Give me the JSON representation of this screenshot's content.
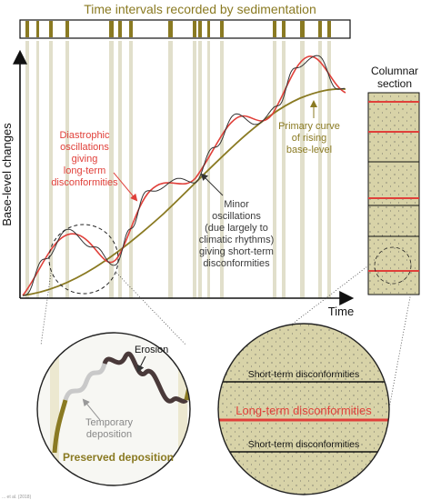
{
  "title": "Time intervals recorded by sedimentation",
  "axes": {
    "y_label": "Base-level changes",
    "x_label": "Time"
  },
  "column": {
    "title_line1": "Columnar",
    "title_line2": "section"
  },
  "annotations": {
    "diastrophic": [
      "Diastrophic",
      "oscillations",
      "giving",
      "long-term",
      "disconformities"
    ],
    "minor": [
      "Minor",
      "oscillations",
      "(due largely to",
      "climatic rhythms)",
      "giving short-term",
      "disconformities"
    ],
    "primary": [
      "Primary curve",
      "of rising",
      "base-level"
    ]
  },
  "zoom_left": {
    "erosion": "Erosion",
    "temporary": [
      "Temporary",
      "deposition"
    ],
    "preserved": "Preserved deposition"
  },
  "zoom_right": {
    "short_top": "Short-term disconformities",
    "long": "Long-term disconformities",
    "short_bottom": "Short-term disconformities"
  },
  "credit": "... et al. (2018)",
  "colors": {
    "olive": "#8a7a22",
    "red": "#e0403a",
    "sand": "#d8d3a8",
    "band": "#c9c4a0",
    "dark": "#4a3a3a"
  }
}
